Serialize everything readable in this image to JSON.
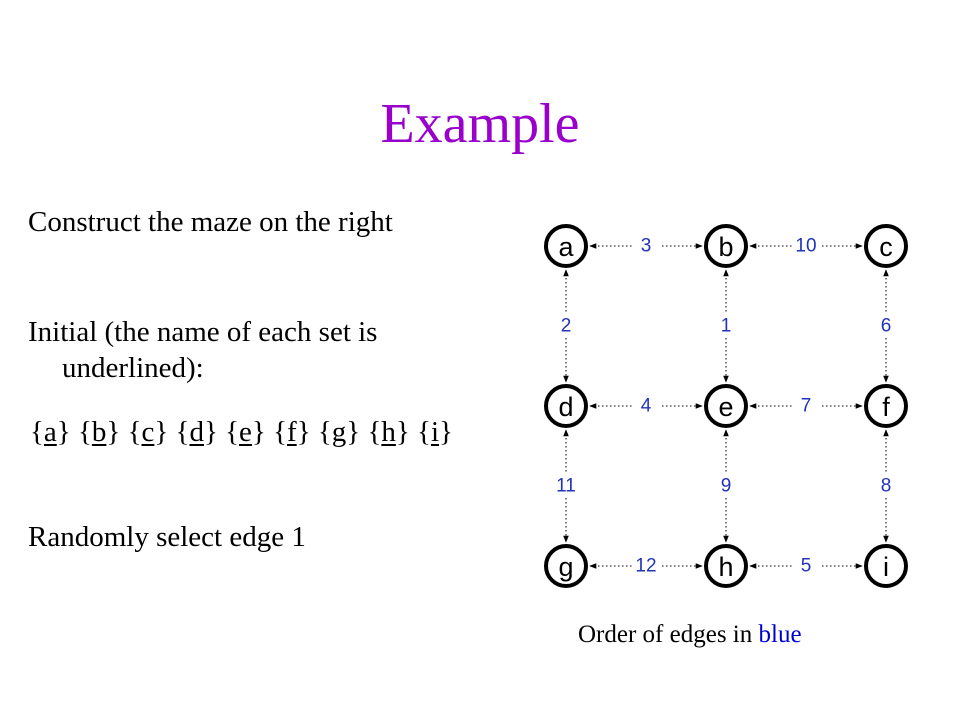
{
  "slide": {
    "title": "Example",
    "line1": "Construct the maze on the right",
    "line2": "Initial (the name of each set is",
    "line3": "underlined):",
    "sets": [
      "a",
      "b",
      "c",
      "d",
      "e",
      "f",
      "g",
      "h",
      "i"
    ],
    "line4": "Randomly select edge 1"
  },
  "maze": {
    "nodes": [
      {
        "id": "a",
        "row": 0,
        "col": 0
      },
      {
        "id": "b",
        "row": 0,
        "col": 1
      },
      {
        "id": "c",
        "row": 0,
        "col": 2
      },
      {
        "id": "d",
        "row": 1,
        "col": 0
      },
      {
        "id": "e",
        "row": 1,
        "col": 1
      },
      {
        "id": "f",
        "row": 1,
        "col": 2
      },
      {
        "id": "g",
        "row": 2,
        "col": 0
      },
      {
        "id": "h",
        "row": 2,
        "col": 1
      },
      {
        "id": "i",
        "row": 2,
        "col": 2
      }
    ],
    "edges": [
      {
        "from": "a",
        "to": "b",
        "order": "3"
      },
      {
        "from": "b",
        "to": "c",
        "order": "10"
      },
      {
        "from": "a",
        "to": "d",
        "order": "2"
      },
      {
        "from": "b",
        "to": "e",
        "order": "1"
      },
      {
        "from": "c",
        "to": "f",
        "order": "6"
      },
      {
        "from": "d",
        "to": "e",
        "order": "4"
      },
      {
        "from": "e",
        "to": "f",
        "order": "7"
      },
      {
        "from": "d",
        "to": "g",
        "order": "11"
      },
      {
        "from": "e",
        "to": "h",
        "order": "9"
      },
      {
        "from": "f",
        "to": "i",
        "order": "8"
      },
      {
        "from": "g",
        "to": "h",
        "order": "12"
      },
      {
        "from": "h",
        "to": "i",
        "order": "5"
      }
    ],
    "caption_prefix": "Order of edges in ",
    "caption_highlight": "blue",
    "edge_label_color": "#2233bb",
    "node_stroke_color": "#000000"
  }
}
